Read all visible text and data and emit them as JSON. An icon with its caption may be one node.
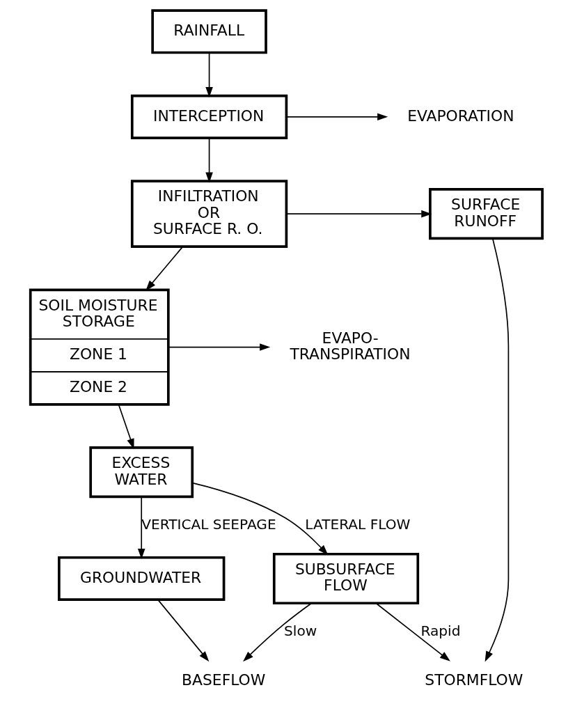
{
  "diagram": {
    "nodes": [
      {
        "text": [
          "RAINFALL"
        ]
      },
      {
        "text": [
          "EVAPORATION"
        ]
      },
      {
        "text": [
          "INTERCEPTION"
        ]
      },
      {
        "text": [
          "INFILTRATION OR SURFACE R. O."
        ]
      },
      {
        "text": [
          "SURFACE RUNOFF"
        ]
      },
      {
        "text": [
          "EVAPO- TRANSPIRATION"
        ]
      },
      {
        "text": [
          "SOIL MOISTURE STORAGE",
          "ZONE 1",
          "ZONE 2"
        ]
      },
      {
        "text": [
          "EXCESS WATER"
        ]
      },
      {
        "text": [
          "GROUNDWATER"
        ]
      },
      {
        "text": [
          "SUBSURFACE FLOW"
        ]
      },
      {
        "text": [
          "BASEFLOW"
        ]
      },
      {
        "text": [
          "STORMFLOW"
        ]
      }
    ],
    "edges": [
      {
        "from": 0,
        "to": 2,
        "arrow": "to"
      },
      {
        "from": 2,
        "to": 1,
        "arrow": "to"
      },
      {
        "from": 2,
        "to": 3,
        "arrow": "to"
      },
      {
        "from": 3,
        "to": 4,
        "arrow": "to"
      },
      {
        "from": 3,
        "to": 6,
        "arrow": "to"
      },
      {
        "from": 6,
        "to": 5,
        "arrow": "to"
      },
      {
        "from": 6,
        "to": 7,
        "arrow": "to"
      },
      {
        "from": 7,
        "to": 8,
        "arrow": "to",
        "label": "VERTICAL SEEPAGE"
      },
      {
        "from": 7,
        "to": 9,
        "arrow": "to",
        "label": "LATERAL FLOW"
      },
      {
        "from": 8,
        "to": 10,
        "arrow": "to"
      },
      {
        "from": 9,
        "to": 10,
        "arrow": "to",
        "label": "Slow"
      },
      {
        "from": 9,
        "to": 11,
        "arrow": "to",
        "label": "Rapid"
      },
      {
        "from": 4,
        "to": 11,
        "arrow": "to"
      }
    ]
  }
}
